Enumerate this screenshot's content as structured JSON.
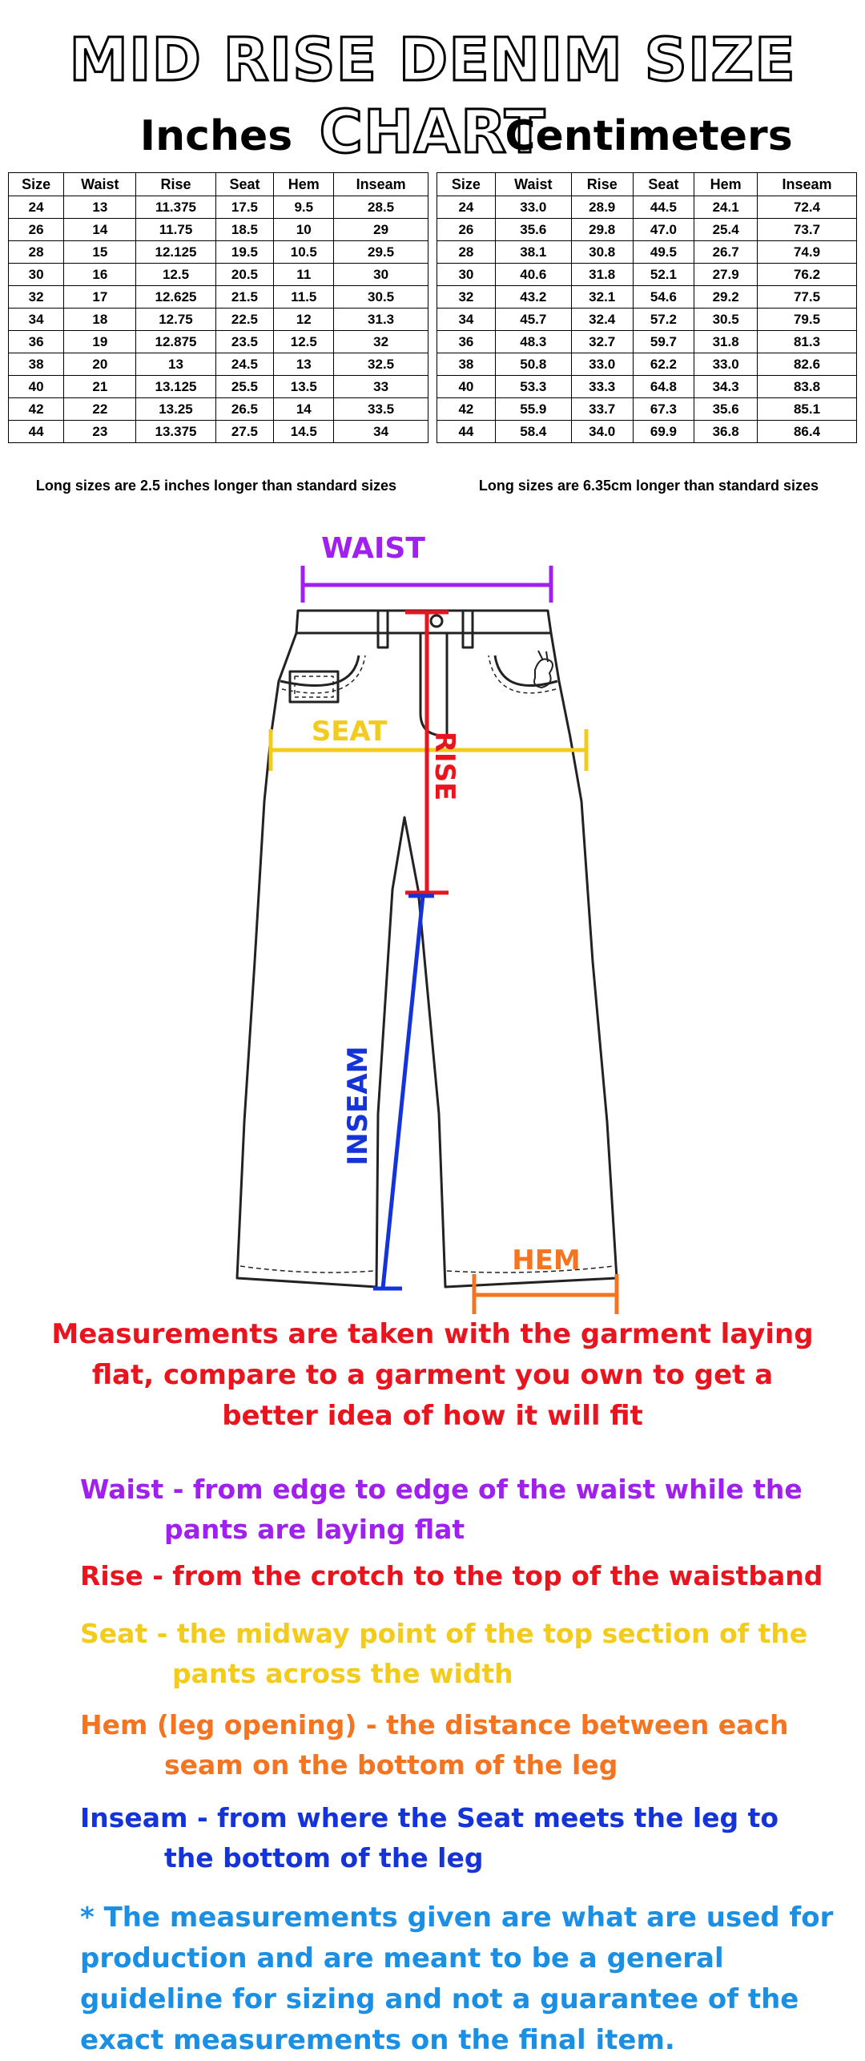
{
  "title": "MID RISE DENIM SIZE CHART",
  "colors": {
    "waist": "#a020f0",
    "rise": "#e8141e",
    "seat": "#f2cb1d",
    "hem": "#f47421",
    "inseam": "#1434d9",
    "disclaimer": "#1a8fe3"
  },
  "inches": {
    "heading": "Inches",
    "columns": [
      "Size",
      "Waist",
      "Rise",
      "Seat",
      "Hem",
      "Inseam"
    ],
    "rows": [
      [
        "24",
        "13",
        "11.375",
        "17.5",
        "9.5",
        "28.5"
      ],
      [
        "26",
        "14",
        "11.75",
        "18.5",
        "10",
        "29"
      ],
      [
        "28",
        "15",
        "12.125",
        "19.5",
        "10.5",
        "29.5"
      ],
      [
        "30",
        "16",
        "12.5",
        "20.5",
        "11",
        "30"
      ],
      [
        "32",
        "17",
        "12.625",
        "21.5",
        "11.5",
        "30.5"
      ],
      [
        "34",
        "18",
        "12.75",
        "22.5",
        "12",
        "31.3"
      ],
      [
        "36",
        "19",
        "12.875",
        "23.5",
        "12.5",
        "32"
      ],
      [
        "38",
        "20",
        "13",
        "24.5",
        "13",
        "32.5"
      ],
      [
        "40",
        "21",
        "13.125",
        "25.5",
        "13.5",
        "33"
      ],
      [
        "42",
        "22",
        "13.25",
        "26.5",
        "14",
        "33.5"
      ],
      [
        "44",
        "23",
        "13.375",
        "27.5",
        "14.5",
        "34"
      ]
    ],
    "note": "Long sizes are 2.5 inches longer than standard sizes"
  },
  "centimeters": {
    "heading": "Centimeters",
    "columns": [
      "Size",
      "Waist",
      "Rise",
      "Seat",
      "Hem",
      "Inseam"
    ],
    "rows": [
      [
        "24",
        "33.0",
        "28.9",
        "44.5",
        "24.1",
        "72.4"
      ],
      [
        "26",
        "35.6",
        "29.8",
        "47.0",
        "25.4",
        "73.7"
      ],
      [
        "28",
        "38.1",
        "30.8",
        "49.5",
        "26.7",
        "74.9"
      ],
      [
        "30",
        "40.6",
        "31.8",
        "52.1",
        "27.9",
        "76.2"
      ],
      [
        "32",
        "43.2",
        "32.1",
        "54.6",
        "29.2",
        "77.5"
      ],
      [
        "34",
        "45.7",
        "32.4",
        "57.2",
        "30.5",
        "79.5"
      ],
      [
        "36",
        "48.3",
        "32.7",
        "59.7",
        "31.8",
        "81.3"
      ],
      [
        "38",
        "50.8",
        "33.0",
        "62.2",
        "33.0",
        "82.6"
      ],
      [
        "40",
        "53.3",
        "33.3",
        "64.8",
        "34.3",
        "83.8"
      ],
      [
        "42",
        "55.9",
        "33.7",
        "67.3",
        "35.6",
        "85.1"
      ],
      [
        "44",
        "58.4",
        "34.0",
        "69.9",
        "36.8",
        "86.4"
      ]
    ],
    "note": "Long sizes are 6.35cm longer than standard sizes"
  },
  "diagram": {
    "waist_label": "WAIST",
    "seat_label": "SEAT",
    "rise_label": "RISE",
    "inseam_label": "INSEAM",
    "hem_label": "HEM"
  },
  "intro": "Measurements are taken with the garment laying flat, compare to a garment you own to get a better idea of how it will fit",
  "definitions": [
    {
      "key": "waist",
      "first": "Waist - from edge to edge of the waist while the",
      "rest": "pants are laying flat"
    },
    {
      "key": "rise",
      "first": "Rise - from the crotch to the top of the waistband",
      "rest": ""
    },
    {
      "key": "seat",
      "first": "Seat - the midway point of the top section of the",
      "rest": "pants across the width"
    },
    {
      "key": "hem",
      "first": "Hem (leg opening) - the distance between each",
      "rest": "seam on the bottom of the leg"
    },
    {
      "key": "inseam",
      "first": "Inseam - from where the Seat meets the leg to",
      "rest": "the bottom of the leg"
    }
  ],
  "disclaimer": "* The measurements given are what are used for production and are meant to be a general guideline for sizing and not a guarantee of the exact measurements on the final item."
}
